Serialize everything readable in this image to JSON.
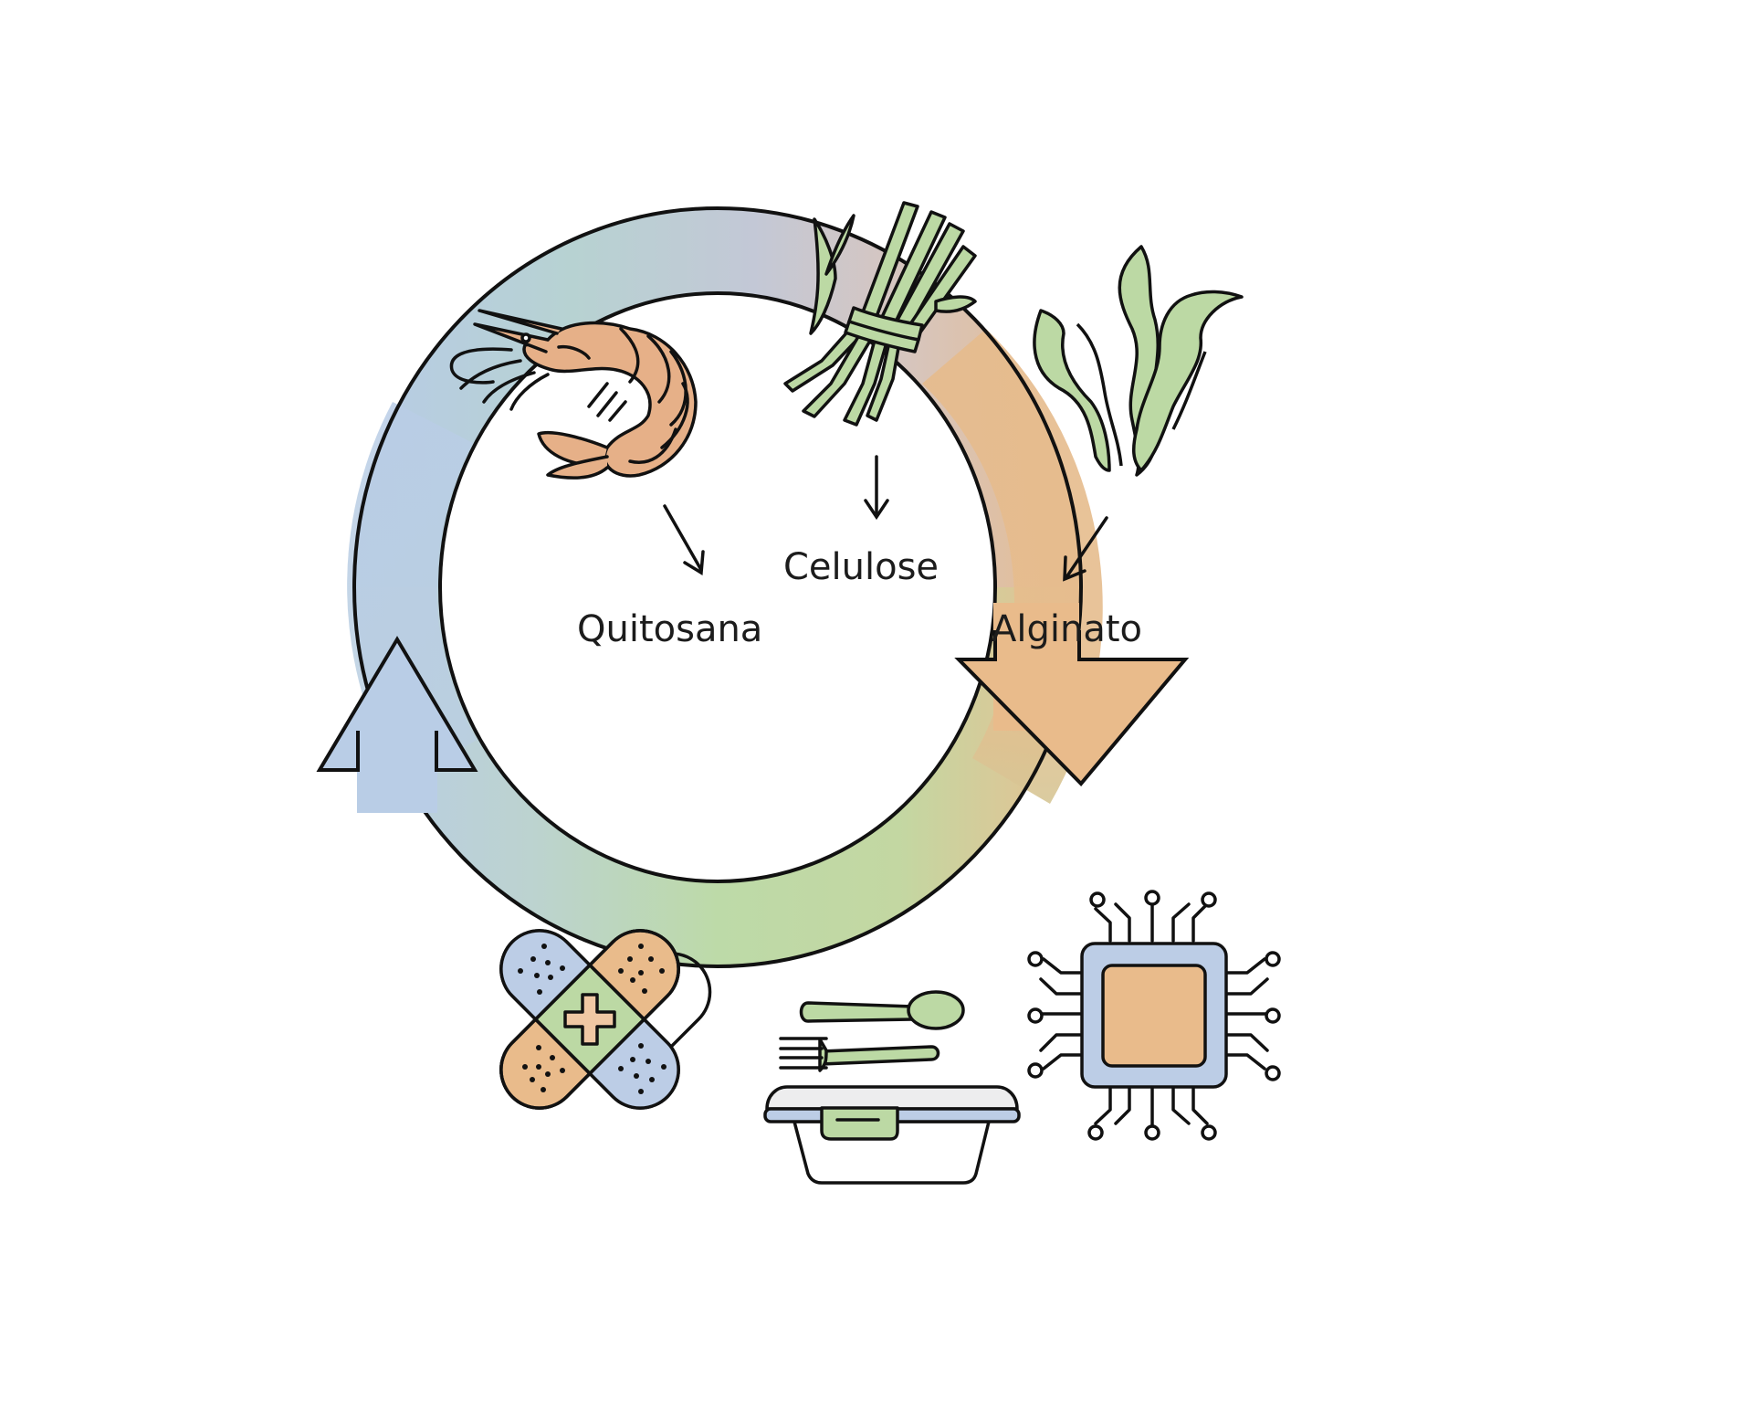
{
  "diagram": {
    "type": "cycle",
    "sources": [
      {
        "name": "shrimp",
        "icon": "shrimp-icon",
        "product": "Quitosana"
      },
      {
        "name": "plant-fibers",
        "icon": "plant-fiber-bundle-icon",
        "product": "Celulose"
      },
      {
        "name": "seaweed",
        "icon": "seaweed-icon",
        "product": "Alginato"
      }
    ],
    "applications": [
      {
        "name": "electronics",
        "icon": "microchip-icon"
      },
      {
        "name": "food-packaging",
        "icon": "food-container-cutlery-icon"
      },
      {
        "name": "medical",
        "icon": "bandage-icon"
      }
    ],
    "labels": {
      "quitosana": "Quitosana",
      "celulose": "Celulose",
      "alginato": "Alginato"
    },
    "colors": {
      "blue": "#b9cde6",
      "orange": "#e9bb8b",
      "green": "#bcd9a4",
      "mauve": "#c9c3cb",
      "outline": "#111111",
      "text": "#1c1c1c"
    }
  }
}
